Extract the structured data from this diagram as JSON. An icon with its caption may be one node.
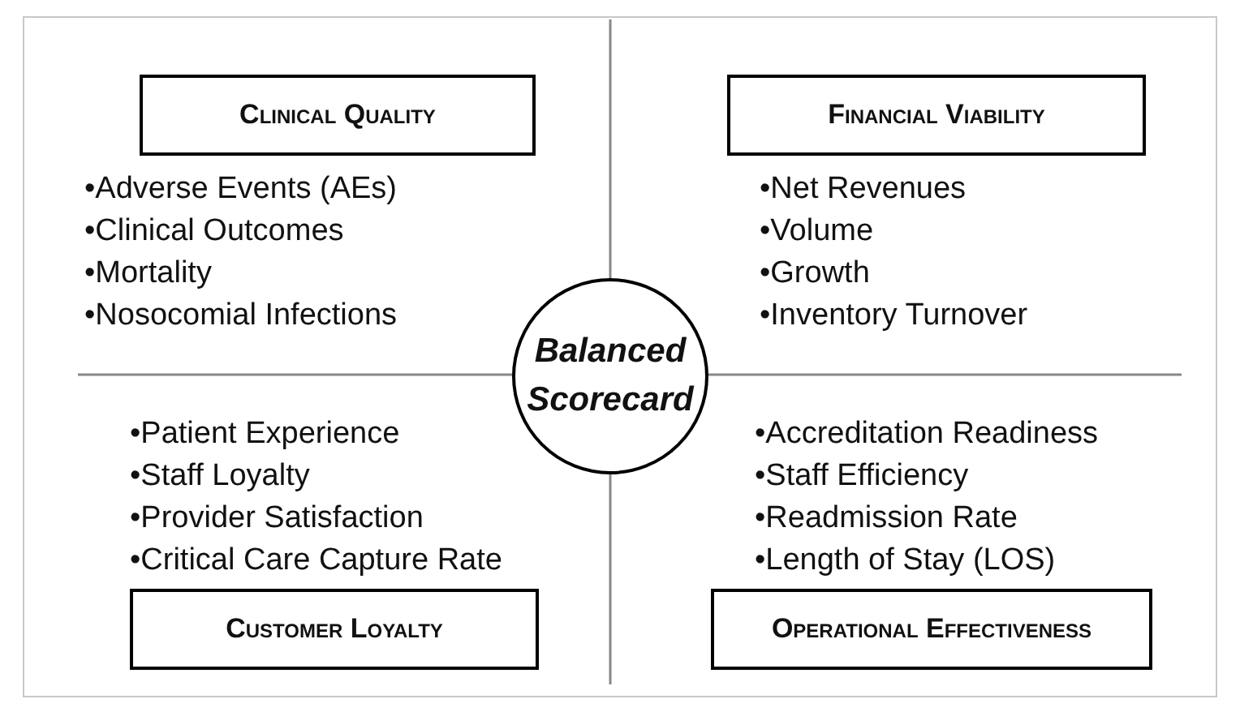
{
  "diagram": {
    "nodes": [
      {
        "text": [
          "Clinical Quality"
        ]
      },
      {
        "text": [
          "Financial Viability"
        ]
      },
      {
        "text": [
          "Balanced Scorecard"
        ]
      },
      {
        "text": [
          "Customer Loyalty"
        ]
      },
      {
        "text": [
          "Operational Effectiveness"
        ]
      }
    ],
    "labels": [
      "•Adverse Events (AEs)",
      "•Clinical Outcomes",
      "•Mortality",
      "•Nosocomial Infections",
      "•Net Revenues",
      "•Volume",
      "•Growth",
      "•Inventory Turnover",
      "•Patient Experience",
      "•Staff Loyalty",
      "•Provider Satisfaction",
      "•Critical Care Capture Rate",
      "•Accreditation Readiness",
      "•Staff Efficiency",
      "•Readmission Rate",
      "•Length of Stay (LOS)"
    ]
  }
}
